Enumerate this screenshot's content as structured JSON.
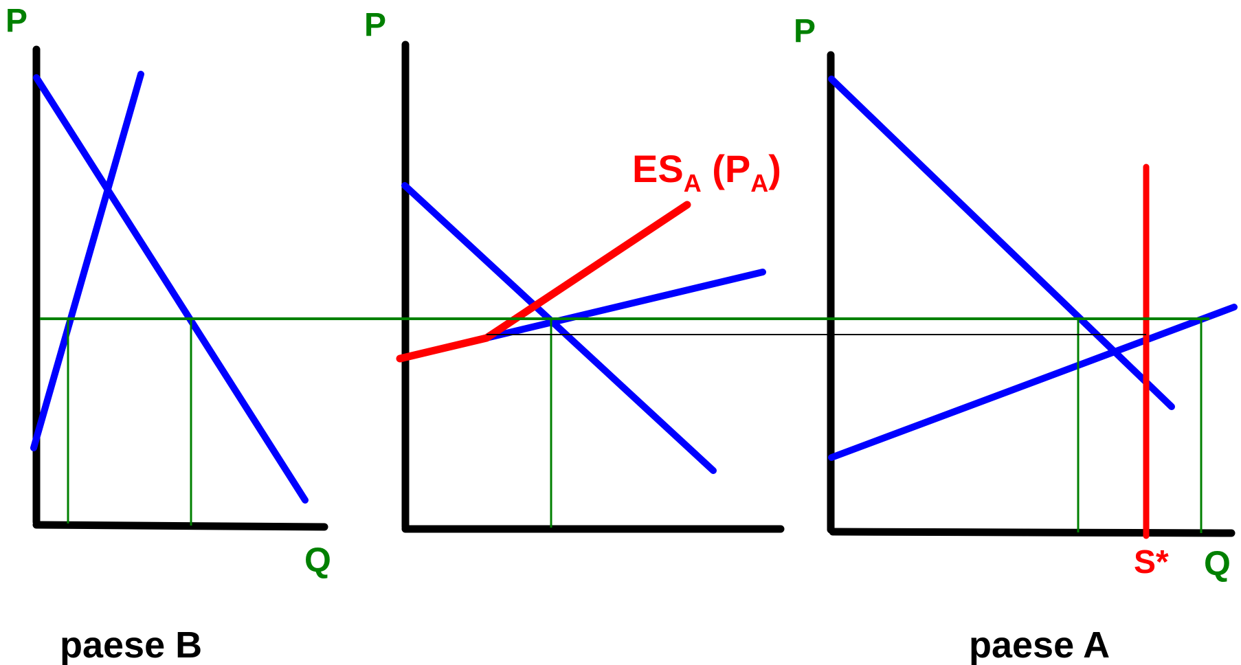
{
  "colors": {
    "axis": "#000000",
    "curve": "#0000ff",
    "export_supply": "#ff0000",
    "guide": "#008000",
    "label_green": "#008000",
    "label_red": "#ff0000",
    "label_black": "#000000"
  },
  "panels": {
    "left": {
      "axis_y": "P",
      "axis_x": "Q",
      "country": "paese B"
    },
    "middle": {
      "axis_y": "P",
      "curve_label_main": "ES",
      "curve_label_sub1": "A",
      "curve_label_mid": " (P",
      "curve_label_sub2": "A",
      "curve_label_end": ")"
    },
    "right": {
      "axis_y": "P",
      "axis_x": "Q",
      "curve_label": "S*",
      "country": "paese A"
    }
  }
}
